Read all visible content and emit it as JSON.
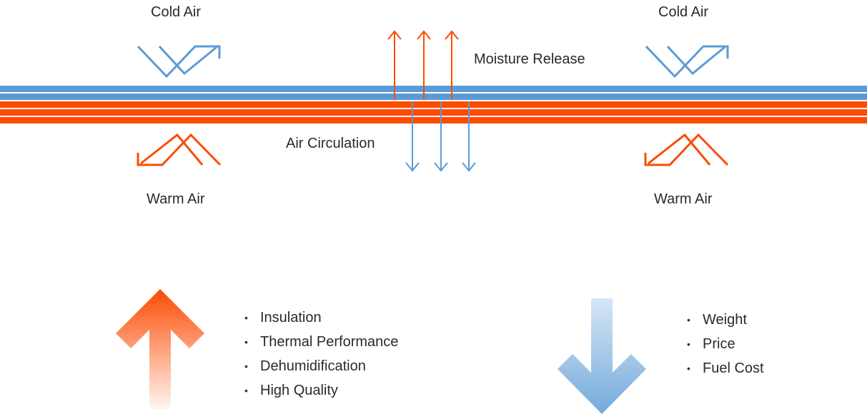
{
  "colors": {
    "cold": "#5b9bd5",
    "warm": "#fc4c02",
    "cold_arrow_top": "#d6e6f6",
    "cold_arrow_bottom": "#7aaee0",
    "warm_arrow_top": "#fc4c02",
    "warm_arrow_bottom": "#ffffff"
  },
  "labels": {
    "cold_air_left": "Cold Air",
    "cold_air_right": "Cold Air",
    "warm_air_left": "Warm Air",
    "warm_air_right": "Warm Air",
    "moisture_release": "Moisture Release",
    "air_circulation": "Air Circulation"
  },
  "benefits": {
    "increase": [
      "Insulation",
      "Thermal Performance",
      "Dehumidification",
      "High Quality"
    ],
    "decrease": [
      "Weight",
      "Price",
      "Fuel Cost"
    ]
  }
}
